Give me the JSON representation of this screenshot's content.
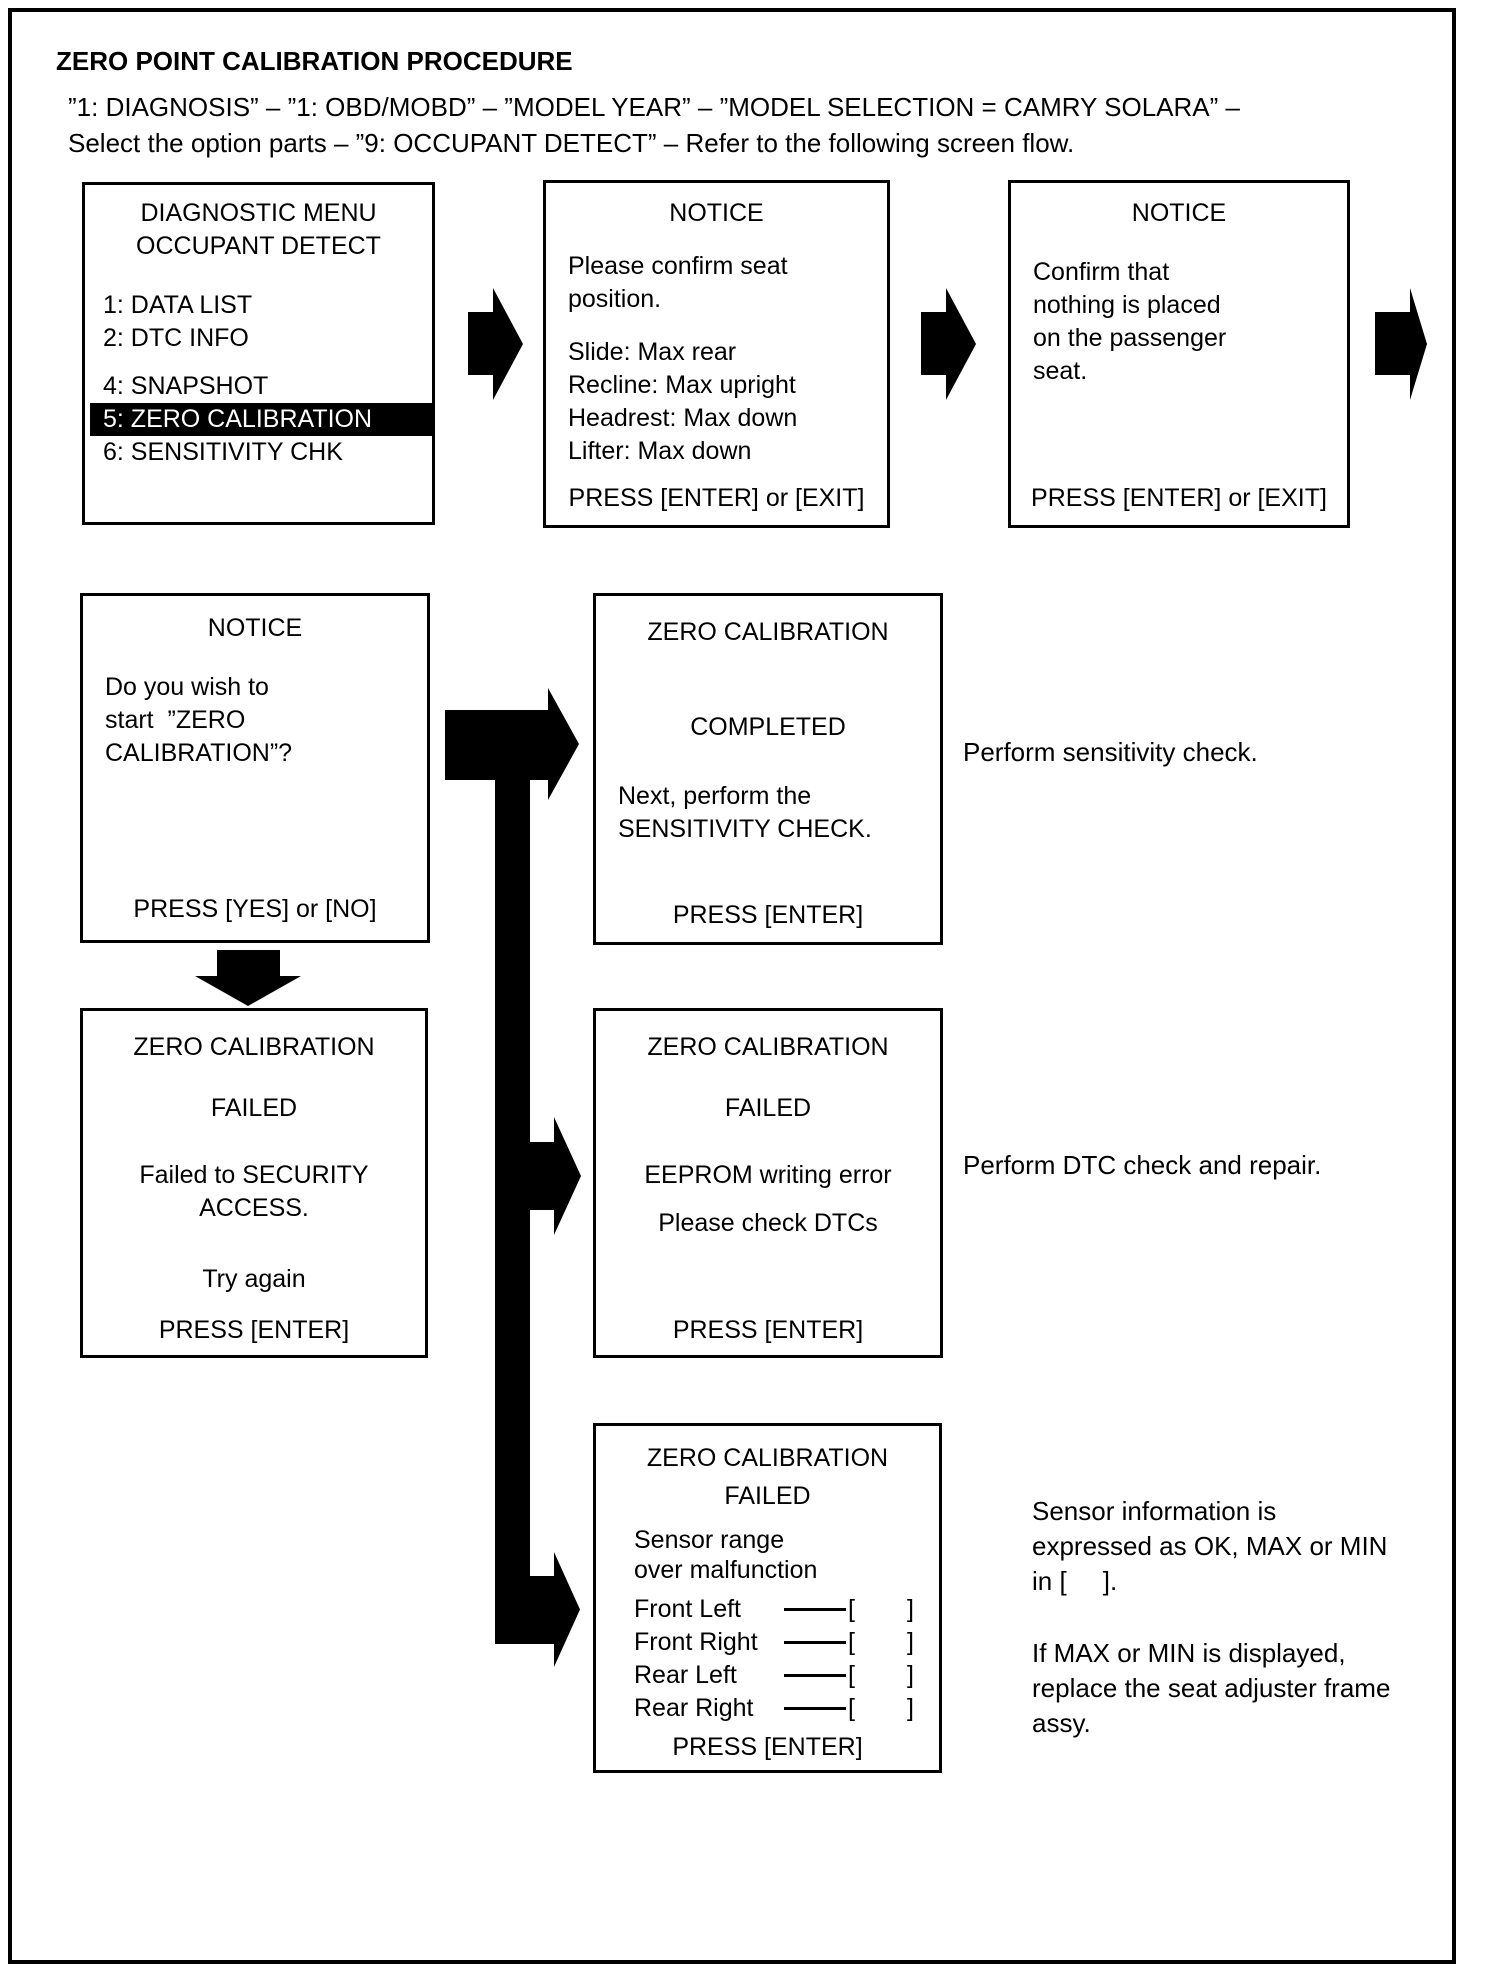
{
  "page": {
    "title": "ZERO POINT CALIBRATION PROCEDURE",
    "intro_line1": "”1: DIAGNOSIS” – ”1: OBD/MOBD” – ”MODEL YEAR” – ”MODEL SELECTION = CAMRY SOLARA” –",
    "intro_line2": "Select the option parts – ”9: OCCUPANT DETECT” – Refer to the following screen flow."
  },
  "diagnostic_menu": {
    "title1": "DIAGNOSTIC MENU",
    "title2": "OCCUPANT DETECT",
    "item1": "1: DATA LIST",
    "item2": "2: DTC INFO",
    "item4": "4: SNAPSHOT",
    "item5": "5: ZERO CALIBRATION",
    "item6": "6: SENSITIVITY CHK"
  },
  "notice_seat": {
    "title": "NOTICE",
    "line1": "Please confirm seat",
    "line2": "position.",
    "slide": "Slide: Max rear",
    "recline": "Recline: Max upright",
    "headrest": "Headrest: Max down",
    "lifter": "Lifter: Max down",
    "footer": "PRESS [ENTER] or [EXIT]"
  },
  "notice_nothing": {
    "title": "NOTICE",
    "line1": "Confirm that",
    "line2": "nothing is placed",
    "line3": "on the passenger",
    "line4": "seat.",
    "footer": "PRESS [ENTER] or [EXIT]"
  },
  "notice_start": {
    "title": "NOTICE",
    "line1": "Do you wish to",
    "line2": "start  ”ZERO",
    "line3": "CALIBRATION”?",
    "footer": "PRESS [YES] or [NO]"
  },
  "completed": {
    "title": "ZERO CALIBRATION",
    "status": "COMPLETED",
    "line1": "Next, perform the",
    "line2": "SENSITIVITY CHECK.",
    "footer": "PRESS [ENTER]"
  },
  "failed_security": {
    "title": "ZERO CALIBRATION",
    "status": "FAILED",
    "line1": "Failed to SECURITY",
    "line2": "ACCESS.",
    "line3": "Try again",
    "footer": "PRESS [ENTER]"
  },
  "failed_eeprom": {
    "title": "ZERO CALIBRATION",
    "status": "FAILED",
    "line1": "EEPROM writing error",
    "line2": "Please check DTCs",
    "footer": "PRESS [ENTER]"
  },
  "failed_sensor": {
    "title": "ZERO CALIBRATION",
    "status": "FAILED",
    "line1": "Sensor range",
    "line2": "over malfunction",
    "rows": [
      {
        "label": "Front Left",
        "open": "[",
        "close": "]"
      },
      {
        "label": "Front Right",
        "open": "[",
        "close": "]"
      },
      {
        "label": "Rear Left",
        "open": "[",
        "close": "]"
      },
      {
        "label": "Rear Right",
        "open": "[",
        "close": "]"
      }
    ],
    "footer": "PRESS [ENTER]"
  },
  "annotations": {
    "sensitivity": "Perform sensitivity check.",
    "dtc": "Perform DTC check and repair.",
    "sensor_info_line1": "Sensor information is",
    "sensor_info_line2": "expressed as OK, MAX or MIN",
    "sensor_info_line3": "in [     ].",
    "sensor_replace_line1": "If MAX or MIN is displayed,",
    "sensor_replace_line2": "replace the seat adjuster frame",
    "sensor_replace_line3": "assy."
  }
}
